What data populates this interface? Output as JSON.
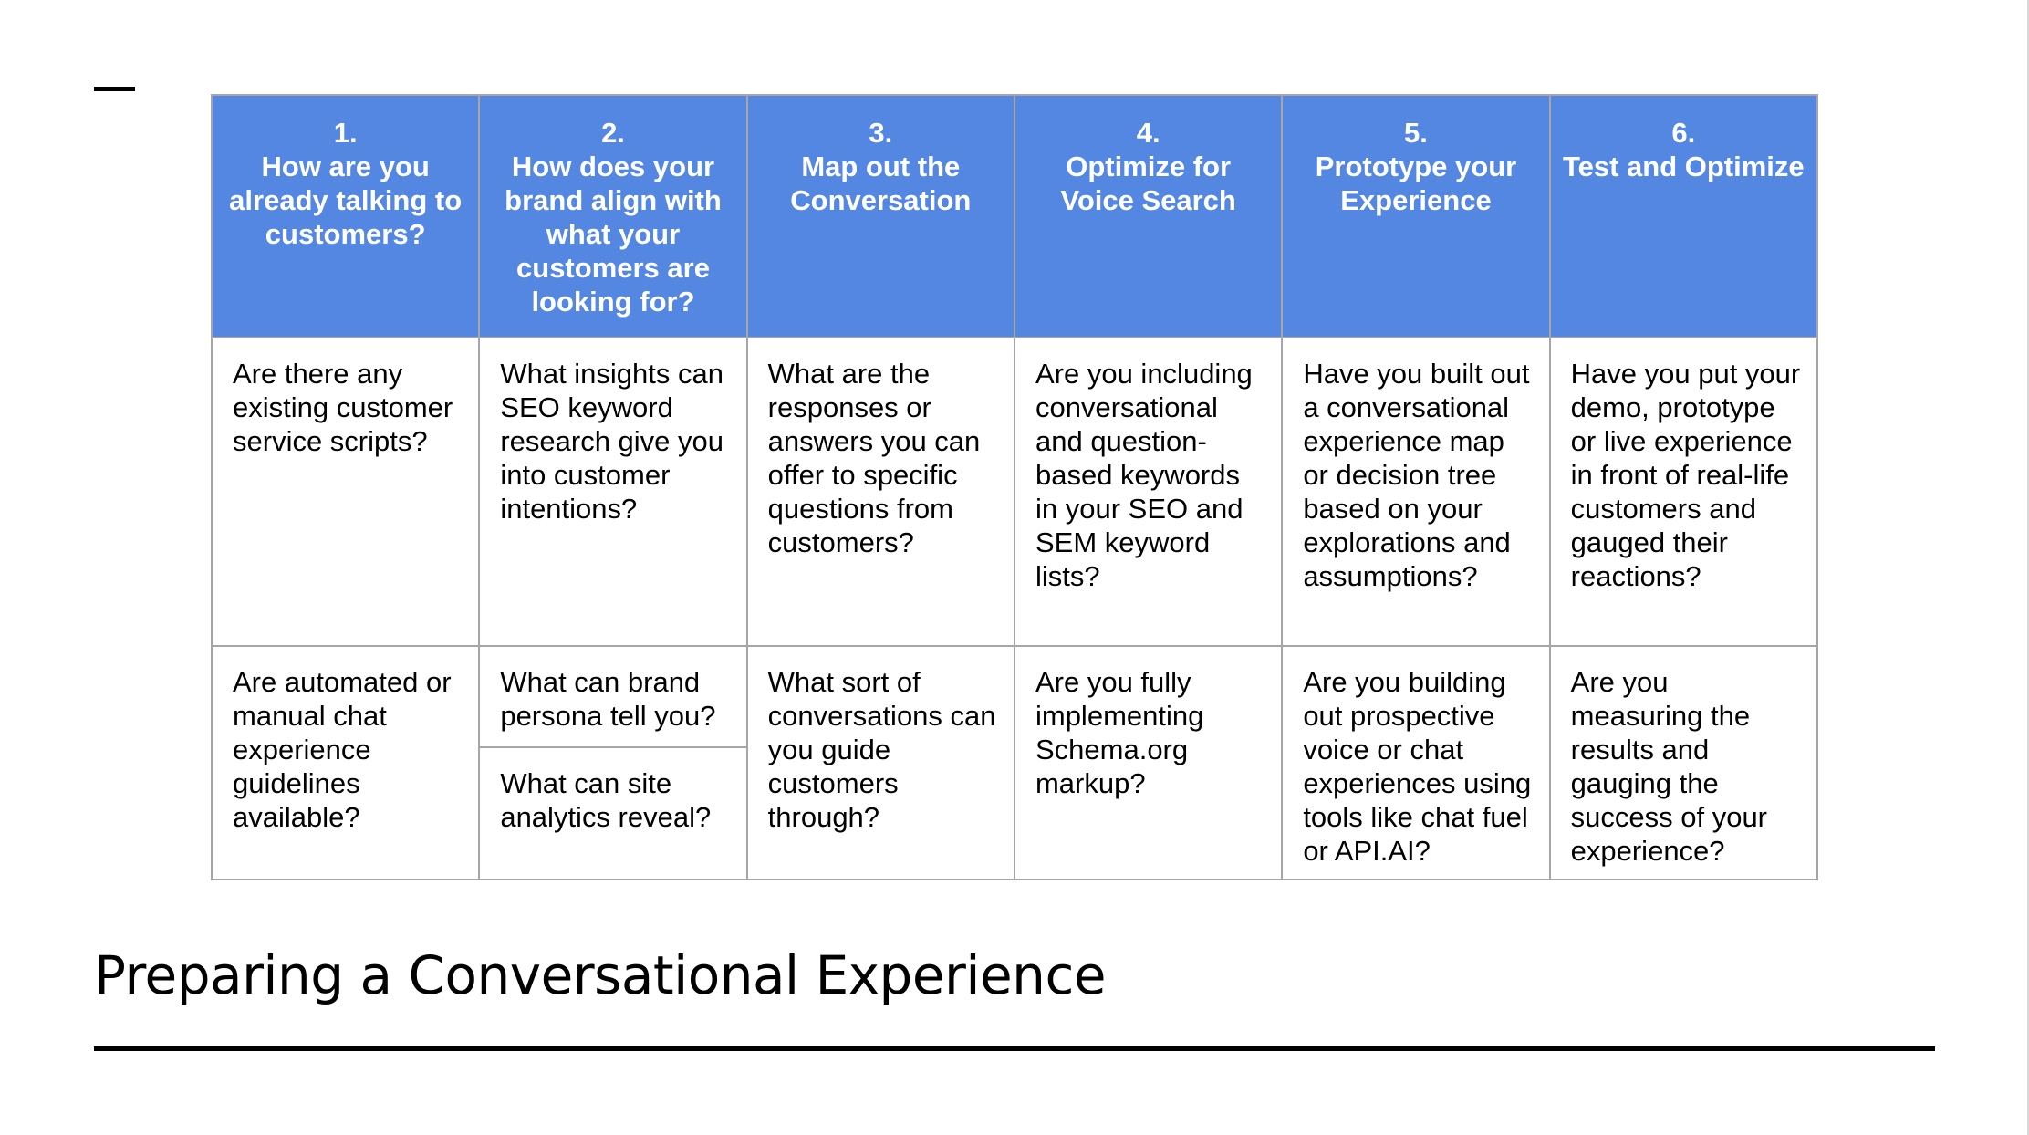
{
  "columns": [
    {
      "num": "1.",
      "title": "How are you already talking to customers?"
    },
    {
      "num": "2.",
      "title": "How does your brand align with what your customers are looking for?"
    },
    {
      "num": "3.",
      "title": "Map out the Conversation"
    },
    {
      "num": "4.",
      "title": "Optimize for Voice Search"
    },
    {
      "num": "5.",
      "title": "Prototype your Experience"
    },
    {
      "num": "6.",
      "title": "Test and Optimize"
    }
  ],
  "row1": [
    "Are there any existing customer service scripts?",
    "What insights can SEO keyword research give you into customer intentions?",
    "What are the responses or answers you can offer to specific questions from customers?",
    "Are you including conversational and question-based keywords in your SEO and SEM keyword lists?",
    "Have you built out a conversational experience map or decision tree based on your explorations and assumptions?",
    "Have you put your demo, prototype or live experience in front of real-life customers and gauged their reactions?"
  ],
  "row2": {
    "col1": "Are automated or manual chat experience guidelines available?",
    "col2a": "What can brand persona tell you?",
    "col2b": "What can site analytics reveal?",
    "col3": "What sort of conversations can you guide customers through?",
    "col4": "Are you fully implementing Schema.org markup?",
    "col5": "Are you building out prospective voice or chat experiences using tools  like chat fuel or API.AI?",
    "col6": "Are you measuring the results and gauging the success of your experience?"
  },
  "slide": {
    "title": "Preparing a Conversational Experience"
  },
  "colors": {
    "header_bg": "#5487e1",
    "header_text": "#ffffff",
    "border": "#a6a6a6"
  }
}
